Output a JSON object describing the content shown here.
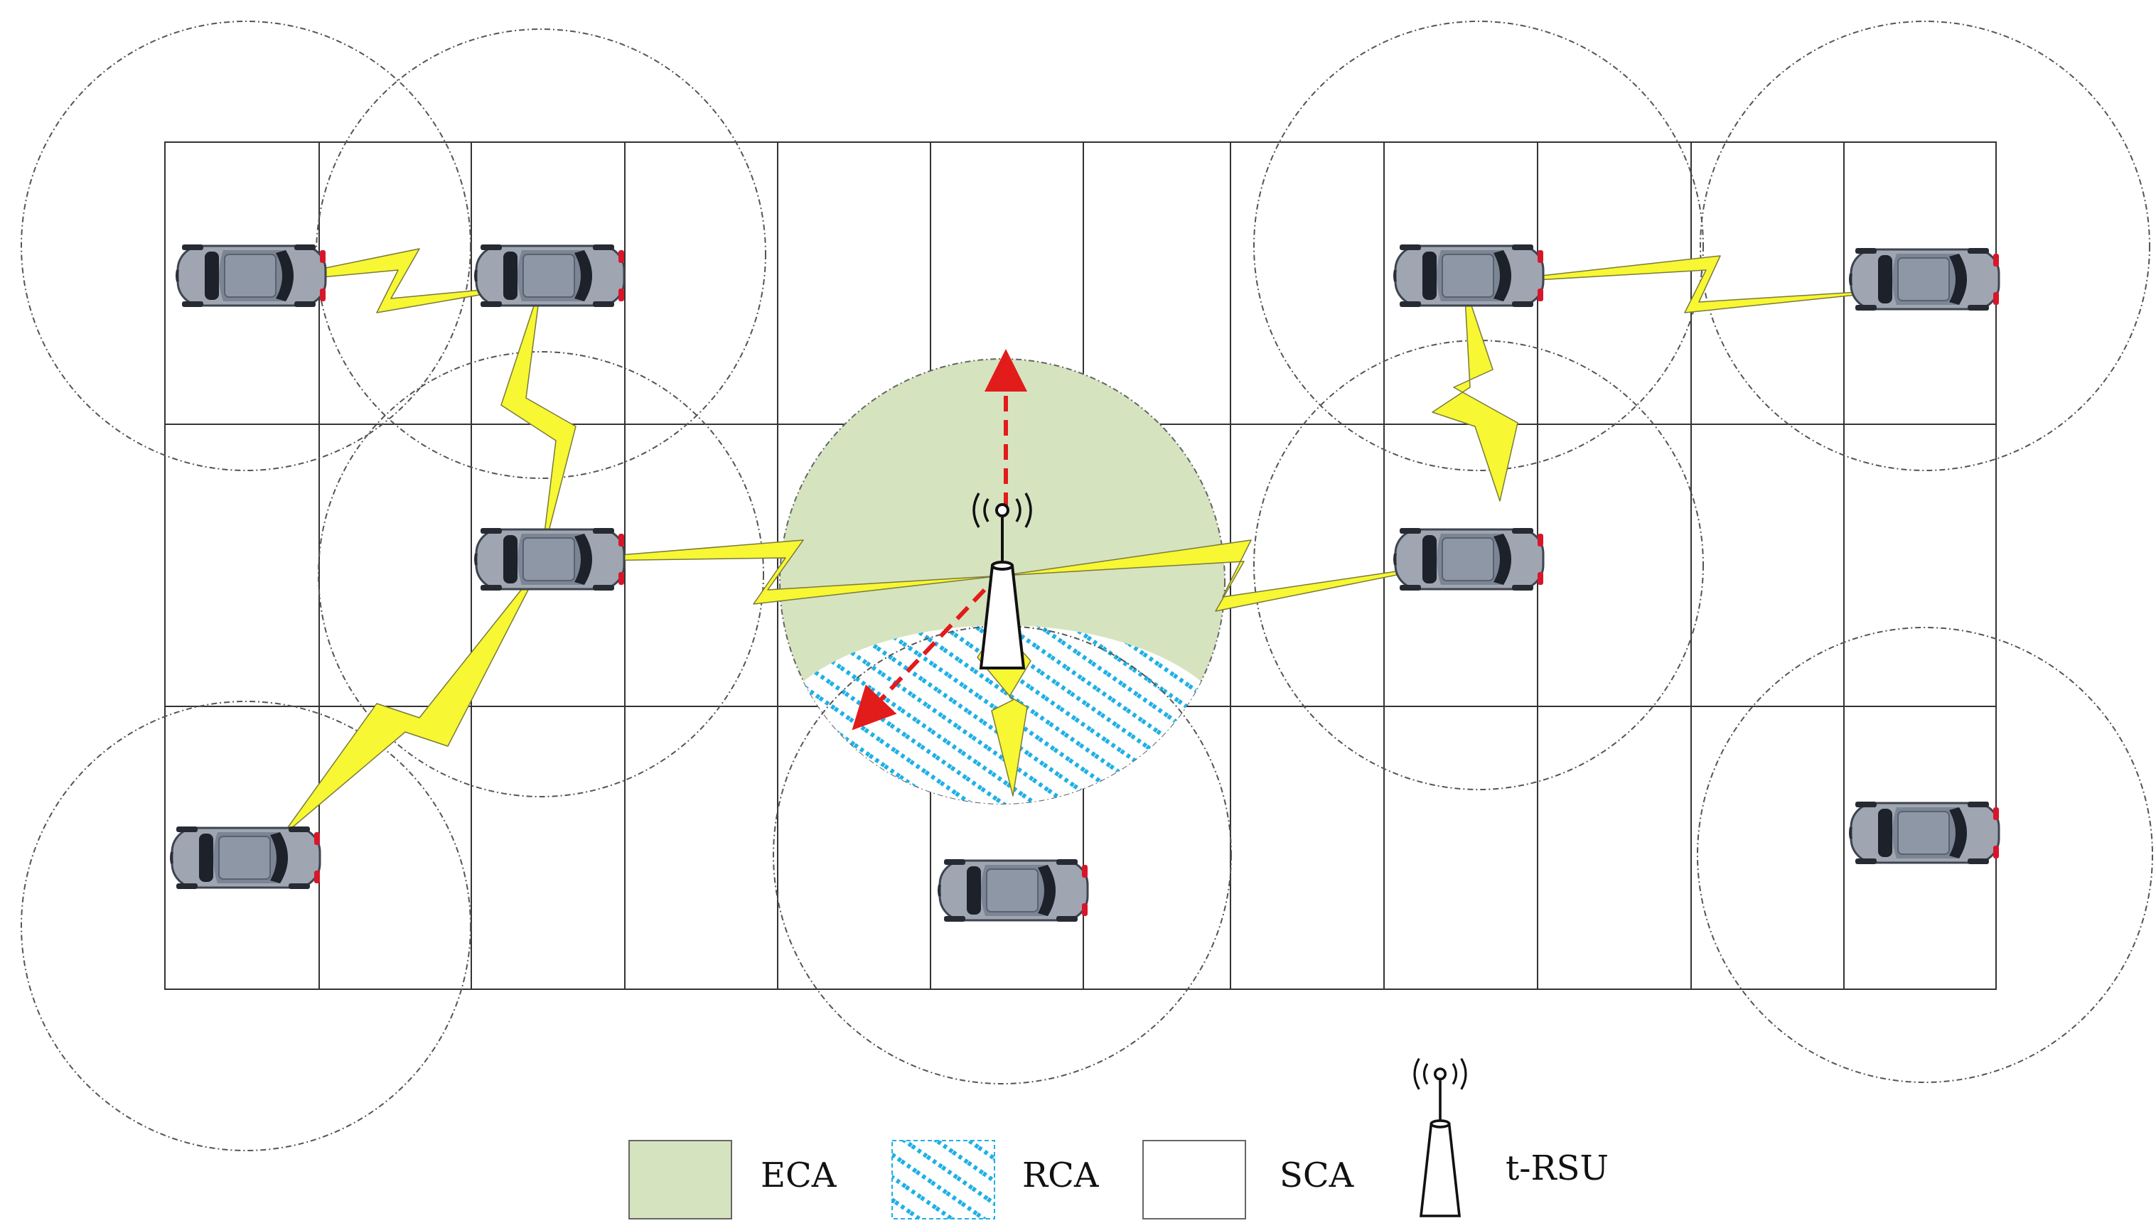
{
  "legend": [
    {
      "key": "eca",
      "label": "ECA"
    },
    {
      "key": "rca",
      "label": "RCA"
    },
    {
      "key": "sca",
      "label": "SCA"
    },
    {
      "key": "rsu",
      "label": "t-RSU"
    }
  ],
  "colors": {
    "eca_fill": "#d6e3bf",
    "rca_dots": "#1fb0e6",
    "link_fill": "#f7f733",
    "arrow": "#e21b1b",
    "grid_line": "#333333",
    "range_line": "#555555"
  },
  "icons": {
    "car": "car-topview-icon",
    "rsu": "antenna-tower-icon"
  }
}
